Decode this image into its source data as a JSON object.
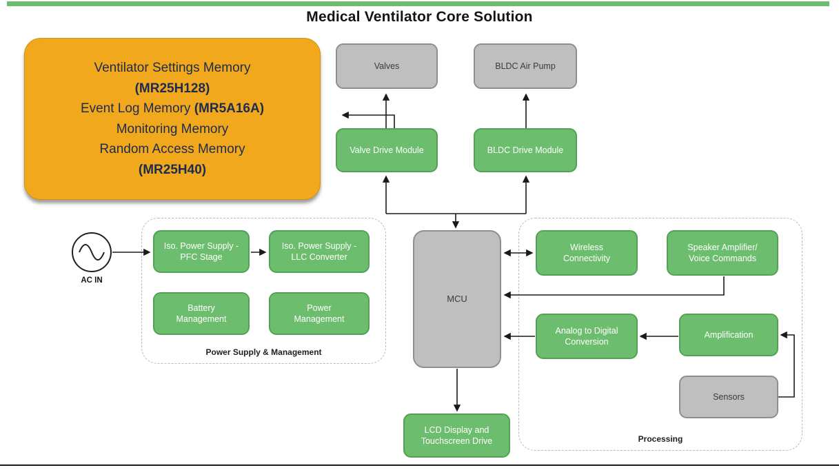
{
  "title": "Medical Ventilator Core Solution",
  "memory_box": {
    "line1": "Ventilator Settings Memory",
    "line2": "(MR25H128)",
    "line3_normal": "Event Log Memory ",
    "line3_bold": "(MR5A16A)",
    "line4": "Monitoring Memory",
    "line5": "Random Access Memory",
    "line6": "(MR25H40)"
  },
  "nodes": {
    "valves": {
      "label": "Valves"
    },
    "bldc_air_pump": {
      "label": "BLDC Air Pump"
    },
    "valve_drive": {
      "label": "Valve Drive Module"
    },
    "bldc_drive": {
      "label": "BLDC Drive Module"
    },
    "mcu": {
      "label": "MCU"
    },
    "iso_pfc": {
      "lines": [
        "Iso. Power Supply -",
        "PFC Stage"
      ]
    },
    "iso_llc": {
      "lines": [
        "Iso. Power Supply -",
        "LLC Converter"
      ]
    },
    "battery": {
      "lines": [
        "Battery",
        "Management"
      ]
    },
    "power_mgmt": {
      "lines": [
        "Power",
        "Management"
      ]
    },
    "wireless": {
      "lines": [
        "Wireless",
        "Connectivity"
      ]
    },
    "speaker": {
      "lines": [
        "Speaker Amplifier/",
        "Voice Commands"
      ]
    },
    "adc": {
      "lines": [
        "Analog to Digital",
        "Conversion"
      ]
    },
    "amplification": {
      "label": "Amplification"
    },
    "sensors": {
      "label": "Sensors"
    },
    "lcd": {
      "lines": [
        "LCD Display and",
        "Touchscreen Drive"
      ]
    }
  },
  "groups": {
    "power": {
      "label": "Power Supply & Management"
    },
    "processing": {
      "label": "Processing"
    }
  },
  "ac_in": {
    "label": "AC IN"
  },
  "colors": {
    "module_green": "#6cbd6e",
    "device_gray": "#bfbfbf",
    "memory_orange": "#f2a81d",
    "memory_text": "#1d2b50",
    "line_black": "#1a1a1a"
  }
}
